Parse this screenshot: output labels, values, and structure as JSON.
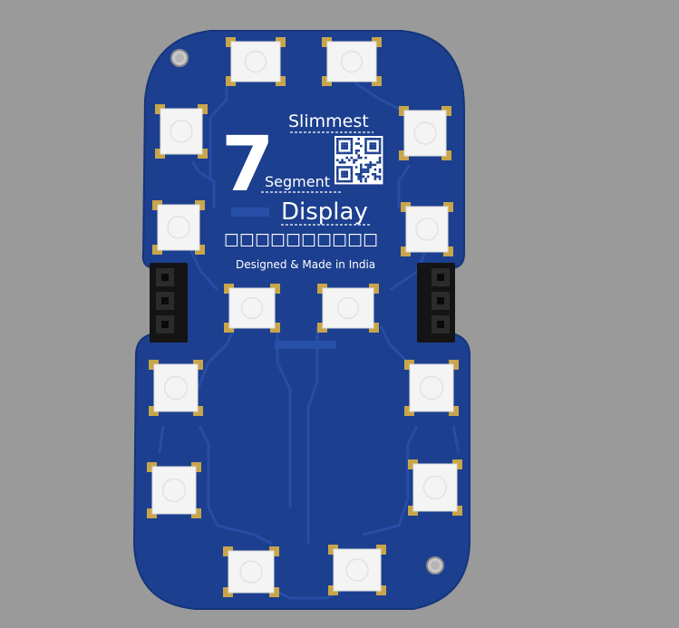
{
  "board": {
    "number_glyph": "7",
    "title_top": "Slimmest",
    "title_mid": "Segment",
    "title_main": "Display",
    "tagline": "Designed & Made in India",
    "checkbox_row": "☐☐☐☐☐☐☐☐☐☐",
    "colors": {
      "background": "#9a9a9a",
      "pcb": "#1c3f8f",
      "trace": "#24499f",
      "pad": "#c9a54a",
      "led_body": "#f4f4f4",
      "header": "#1a1a1a",
      "silkscreen": "#ffffff"
    },
    "icons": [
      "mounting-hole-icon",
      "qr-code-icon",
      "led-icon",
      "pin-header-icon"
    ]
  }
}
